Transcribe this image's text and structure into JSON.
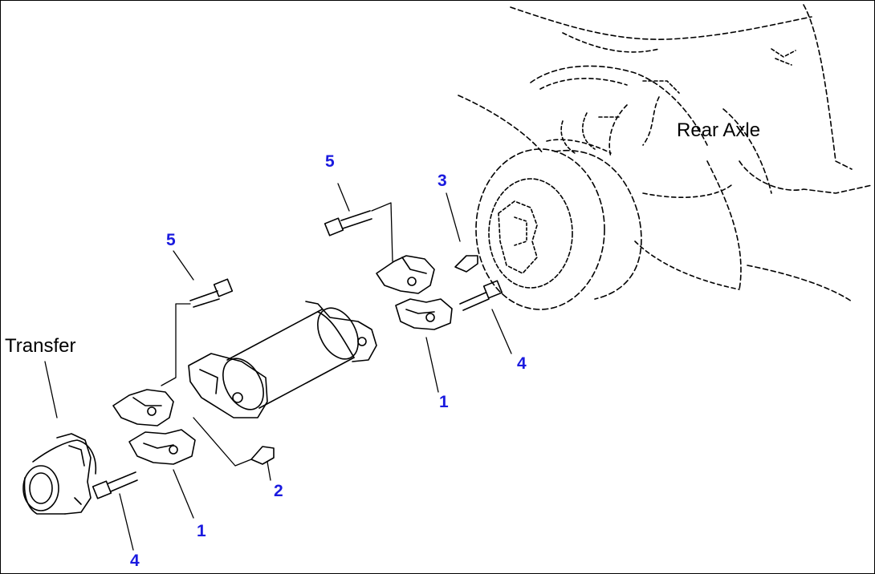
{
  "labels": {
    "rear_axle": "Rear Axle",
    "transfer": "Transfer"
  },
  "callouts": {
    "c5_right": "5",
    "c3": "3",
    "c5_left": "5",
    "c4_right": "4",
    "c1_right": "1",
    "c2": "2",
    "c1_left": "1",
    "c4_left": "4"
  },
  "colors": {
    "callout": "#1a1adf",
    "line": "#000000",
    "background": "#ffffff"
  }
}
